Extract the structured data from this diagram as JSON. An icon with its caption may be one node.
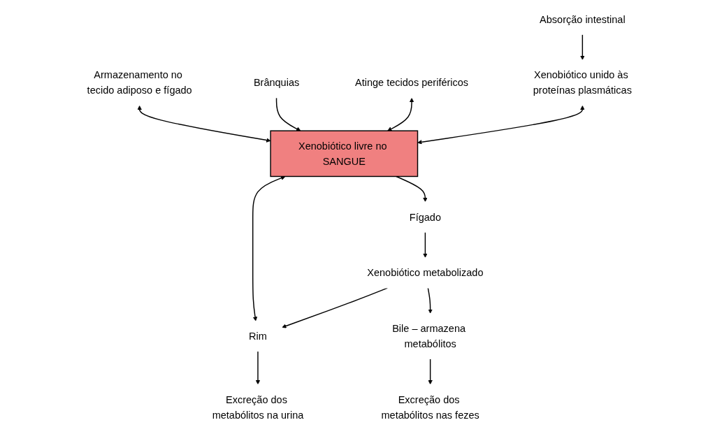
{
  "diagram": {
    "nodes": [
      {
        "text": [
          "Xenobiótico livre no SANGUE"
        ]
      },
      {
        "text": [
          "Armazenamento no tecido adiposo e fígado"
        ]
      },
      {
        "text": [
          "Brânquias"
        ]
      },
      {
        "text": [
          "Atinge tecidos periféricos"
        ]
      },
      {
        "text": [
          "Xenobiótico unido às proteínas plasmáticas"
        ]
      },
      {
        "text": [
          "Rim"
        ]
      },
      {
        "text": [
          "Fígado"
        ]
      },
      {
        "text": [
          "Excreção dos metabólitos na urina"
        ]
      },
      {
        "text": [
          "Xenobiótico metabolizado"
        ]
      },
      {
        "text": [
          "Absorção intestinal"
        ]
      },
      {
        "text": [
          "Excreção dos metabólitos nas fezes"
        ]
      },
      {
        "text": [
          "Bile – armazena metabólitos"
        ]
      }
    ],
    "edges": [
      {
        "from": 1,
        "to": 0,
        "arrow": "both"
      },
      {
        "from": 2,
        "to": 0,
        "arrow": "to"
      },
      {
        "from": 3,
        "to": 0,
        "arrow": "both"
      },
      {
        "from": 4,
        "to": 0,
        "arrow": "both"
      },
      {
        "from": 0,
        "to": 5,
        "arrow": "both"
      },
      {
        "from": 0,
        "to": 6,
        "arrow": "to"
      },
      {
        "from": 6,
        "to": 8,
        "arrow": "to"
      },
      {
        "from": 8,
        "to": 5,
        "arrow": "to"
      },
      {
        "from": 5,
        "to": 7,
        "arrow": "to"
      },
      {
        "from": 9,
        "to": 4,
        "arrow": "to"
      },
      {
        "from": 8,
        "to": 11,
        "arrow": "to"
      },
      {
        "from": 11,
        "to": 10,
        "arrow": "to"
      }
    ]
  }
}
